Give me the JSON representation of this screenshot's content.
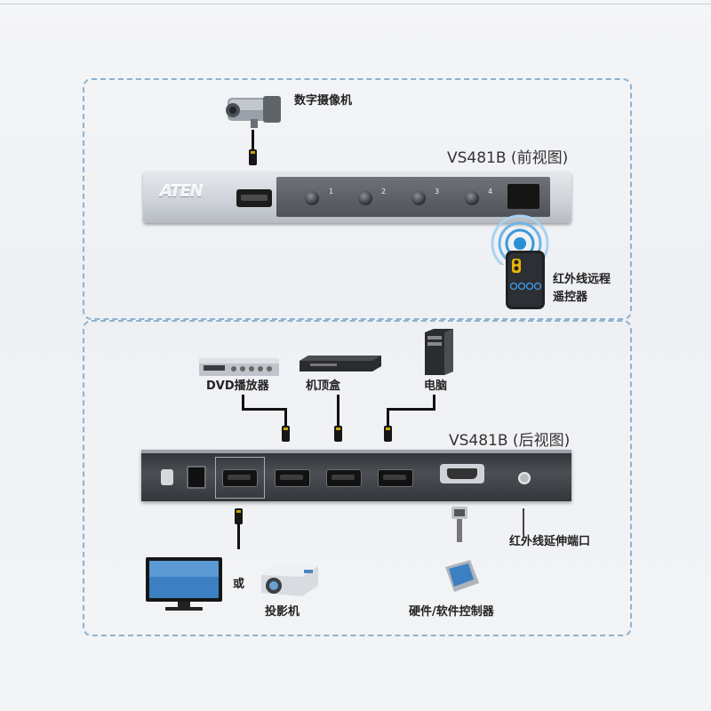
{
  "front_panel": {
    "model_label": "VS481B (前视图)",
    "logo": "ATEN",
    "port_numbers": [
      "1",
      "2",
      "3",
      "4"
    ]
  },
  "rear_panel": {
    "model_label": "VS481B (后视图)"
  },
  "devices": {
    "camera": "数字摄像机",
    "remote_line1": "红外线远程",
    "remote_line2": "遥控器",
    "dvd": "DVD播放器",
    "settop": "机顶盒",
    "pc": "电脑",
    "or_text": "或",
    "projector": "投影机",
    "ir_port": "红外线延伸端口",
    "controller": "硬件/软件控制器"
  },
  "colors": {
    "dashed_border": "#8fb2cf",
    "ir_signal": "#2b8fd6",
    "device_dark": "#2e3135"
  }
}
